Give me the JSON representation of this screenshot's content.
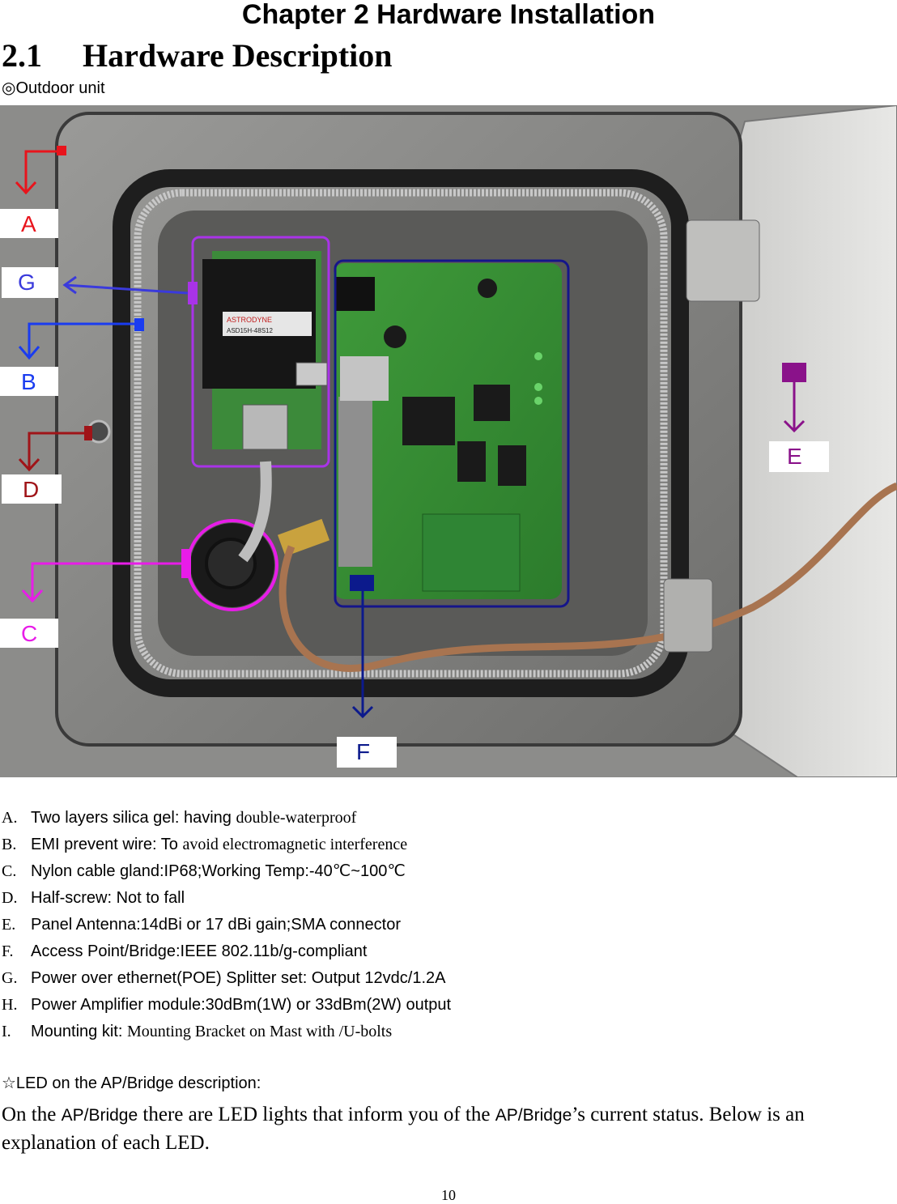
{
  "chapter_title": "Chapter 2 Hardware Installation",
  "section": {
    "number": "2.1",
    "title": "Hardware Description"
  },
  "subtitle": "◎Outdoor unit",
  "photo": {
    "callouts": [
      {
        "label": "A",
        "color": "#e8141c"
      },
      {
        "label": "G",
        "color": "#3a3adc"
      },
      {
        "label": "B",
        "color": "#1a3cf0"
      },
      {
        "label": "D",
        "color": "#a01418"
      },
      {
        "label": "C",
        "color": "#e81ce8"
      },
      {
        "label": "E",
        "color": "#8a128a"
      },
      {
        "label": "F",
        "color": "#0c1a8c"
      }
    ],
    "device_labels": {
      "psu_brand": "ASTRODYNE",
      "psu_model": "ASD15H-48S12"
    }
  },
  "legend": [
    {
      "letter": "A.",
      "sans": "Two layers silica gel: having ",
      "serif": "double-waterproof"
    },
    {
      "letter": "B.",
      "sans": "EMI prevent wire: To ",
      "serif": "avoid electromagnetic interference"
    },
    {
      "letter": "C.",
      "sans": "Nylon cable gland:IP68;Working Temp:-40℃~100℃",
      "serif": ""
    },
    {
      "letter": "D.",
      "sans": "Half-screw: Not to fall",
      "serif": ""
    },
    {
      "letter": "E.",
      "sans": "Panel Antenna:14dBi or 17 dBi gain;SMA connector",
      "serif": ""
    },
    {
      "letter": "F.",
      "sans": "Access Point/Bridge:IEEE 802.11b/g-compliant",
      "serif": ""
    },
    {
      "letter": "G.",
      "sans": "Power over ethernet(POE) Splitter set: Output 12vdc/1.2A",
      "serif": ""
    },
    {
      "letter": "H.",
      "sans": "Power Amplifier module:30dBm(1W) or 33dBm(2W) output",
      "serif": ""
    },
    {
      "letter": "I.",
      "sans": "Mounting kit: ",
      "serif": "Mounting Bracket on Mast with /U-bolts"
    }
  ],
  "led_heading": "☆LED on the AP/Bridge description:",
  "paragraph": {
    "part1": "On the ",
    "term1": "AP/Bridge",
    "part2": " there are LED lights that inform you of the ",
    "term2": "AP/Bridge",
    "part3": "’s current status. Below is an explanation of each LED."
  },
  "page_number": "10"
}
